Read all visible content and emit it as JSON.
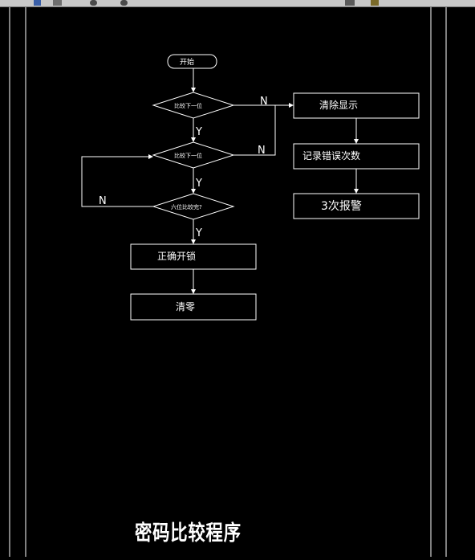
{
  "toolbar": {
    "icons": [
      "save-icon",
      "print-icon",
      "undo-icon",
      "redo-icon",
      "zoom-icon",
      "layer-icon"
    ]
  },
  "flowchart": {
    "start": "开始",
    "decision1": "比较下一位",
    "decision2": "比较下一位",
    "decision3": "六位比较完?",
    "unlock": "正确开锁",
    "reset": "清零",
    "clear_display": "清除显示",
    "record_errors": "记录错误次数",
    "alarm": "3次报警",
    "yes": "Y",
    "no": "N"
  },
  "drawing_title": "密码比较程序",
  "colors": {
    "background": "#000000",
    "stroke": "#ffffff"
  }
}
